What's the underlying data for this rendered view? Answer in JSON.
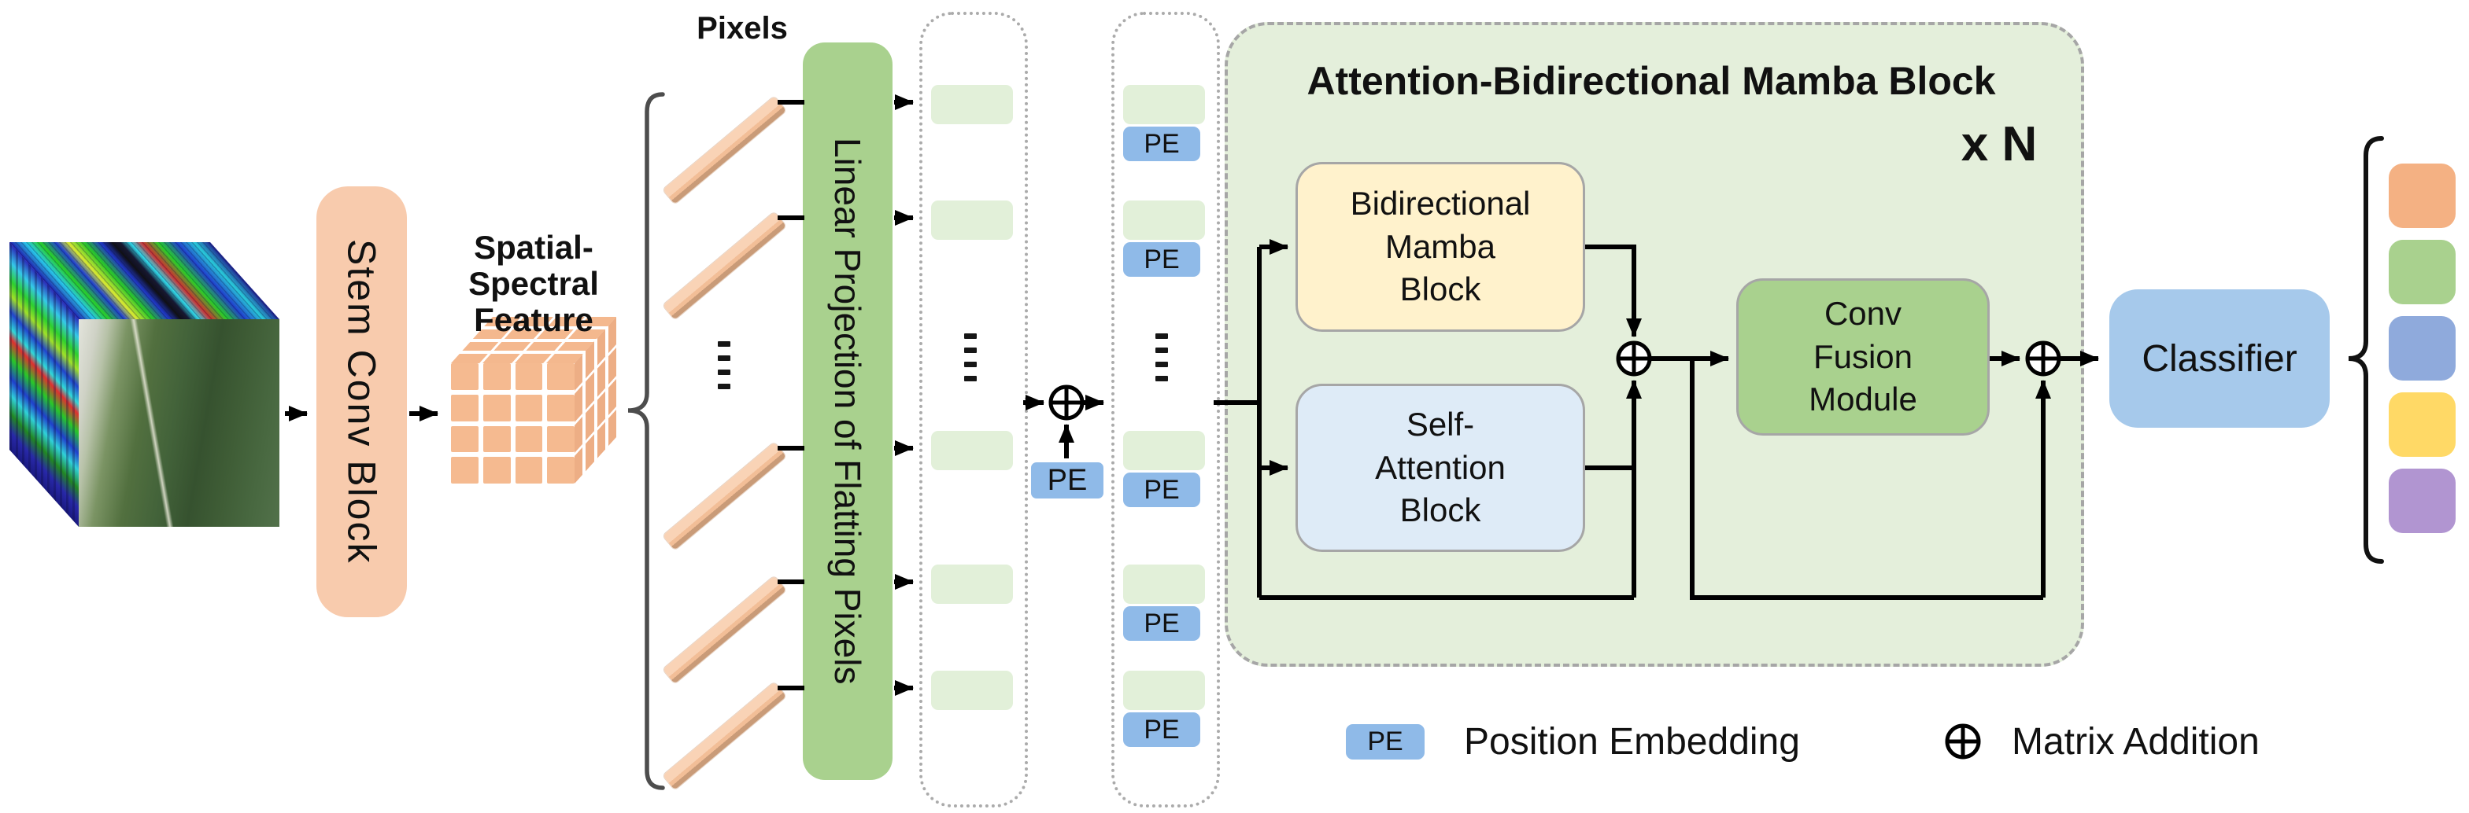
{
  "figure": {
    "pixels_label": "Pixels",
    "stem_block_label": "Stem Conv Block",
    "feature_label": "Spatial-Spectral\nFeature",
    "projection_block_label": "Linear Projection of Flatting Pixels",
    "pe_badge": "PE",
    "token_rows_visible": 5,
    "mamba_container": {
      "title": "Attention-Bidirectional Mamba Block",
      "repeat_label": "x N",
      "bidirectional_mamba_label": "Bidirectional\nMamba\nBlock",
      "self_attention_label": "Self-\nAttention\nBlock",
      "conv_fusion_label": "Conv\nFusion\nModule"
    },
    "classifier_label": "Classifier",
    "legend": {
      "pe_badge": "PE",
      "pe_description": "Position Embedding",
      "matrix_addition_description": "Matrix Addition"
    },
    "class_swatches": [
      "#F4B183",
      "#A9D18E",
      "#8FAADC",
      "#FFD966",
      "#B195D1"
    ],
    "colors": {
      "stem_fill": "#F8CBAD",
      "projection_fill": "#A9D18E",
      "token_fill": "#E2F0D9",
      "pe_fill": "#8FBAE8",
      "container_fill": "#E4EFDB",
      "mamba_fill": "#FFF2CC",
      "attention_fill": "#DEEBF7",
      "conv_fusion_fill": "#A9D18E",
      "classifier_fill": "#A6C9EB",
      "feature_tile_fill": "#F5BA90"
    }
  }
}
